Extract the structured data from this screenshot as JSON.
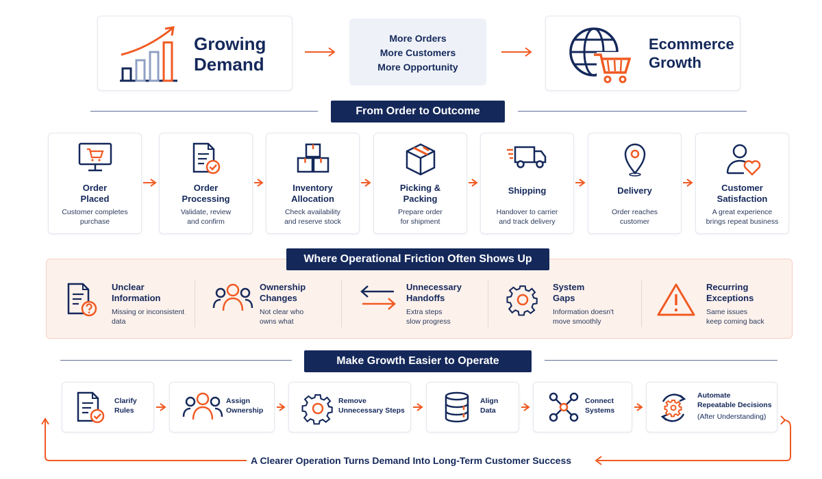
{
  "top": {
    "growing_demand": {
      "line1": "Growing",
      "line2": "Demand"
    },
    "middle": {
      "line1": "More Orders",
      "line2": "More Customers",
      "line3": "More Opportunity"
    },
    "ecommerce": {
      "line1": "Ecommerce",
      "line2": "Growth"
    }
  },
  "order_to_outcome": {
    "title": "From Order to Outcome",
    "steps": [
      {
        "title1": "Order",
        "title2": "Placed",
        "desc1": "Customer completes",
        "desc2": "purchase",
        "icon": "monitor-cart-icon"
      },
      {
        "title1": "Order",
        "title2": "Processing",
        "desc1": "Validate, review",
        "desc2": "and confirm",
        "icon": "document-check-icon"
      },
      {
        "title1": "Inventory",
        "title2": "Allocation",
        "desc1": "Check availability",
        "desc2": "and reserve stock",
        "icon": "boxes-icon"
      },
      {
        "title1": "Picking &",
        "title2": "Packing",
        "desc1": "Prepare order",
        "desc2": "for shipment",
        "icon": "package-icon"
      },
      {
        "title1": "Shipping",
        "title2": "",
        "desc1": "Handover to carrier",
        "desc2": "and track delivery",
        "icon": "truck-icon"
      },
      {
        "title1": "Delivery",
        "title2": "",
        "desc1": "Order reaches",
        "desc2": "customer",
        "icon": "location-pin-icon"
      },
      {
        "title1": "Customer",
        "title2": "Satisfaction",
        "desc1": "A great experience",
        "desc2": "brings repeat business",
        "icon": "user-heart-icon"
      }
    ]
  },
  "friction": {
    "title": "Where Operational Friction Often Shows Up",
    "items": [
      {
        "title1": "Unclear",
        "title2": "Information",
        "desc1": "Missing or inconsistent",
        "desc2": "data",
        "icon": "document-question-icon"
      },
      {
        "title1": "Ownership",
        "title2": "Changes",
        "desc1": "Not clear who",
        "desc2": "owns what",
        "icon": "team-icon"
      },
      {
        "title1": "Unnecessary",
        "title2": "Handoffs",
        "desc1": "Extra steps",
        "desc2": "slow progress",
        "icon": "swap-arrows-icon"
      },
      {
        "title1": "System",
        "title2": "Gaps",
        "desc1": "Information doesn't",
        "desc2": "move smoothly",
        "icon": "gear-icon"
      },
      {
        "title1": "Recurring",
        "title2": "Exceptions",
        "desc1": "Same issues",
        "desc2": "keep coming back",
        "icon": "warning-icon"
      }
    ]
  },
  "easier": {
    "title": "Make Growth Easier to Operate",
    "actions": [
      {
        "line1": "Clarify",
        "line2": "Rules",
        "line3": "",
        "icon": "document-check-icon"
      },
      {
        "line1": "Assign",
        "line2": "Ownership",
        "line3": "",
        "icon": "team-icon"
      },
      {
        "line1": "Remove",
        "line2": "Unnecessary Steps",
        "line3": "",
        "icon": "gear-icon"
      },
      {
        "line1": "Align",
        "line2": "Data",
        "line3": "",
        "icon": "database-icon"
      },
      {
        "line1": "Connect",
        "line2": "Systems",
        "line3": "",
        "icon": "network-nodes-icon"
      },
      {
        "line1": "Automate",
        "line2": "Repeatable Decisions",
        "line3": "(After Understanding)",
        "icon": "automation-gear-icon"
      }
    ]
  },
  "footer": {
    "text": "A Clearer Operation Turns Demand Into Long-Term Customer Success"
  },
  "colors": {
    "navy": "#14285a",
    "orange": "#f05a22",
    "friction_bg": "#fdf1ec"
  }
}
